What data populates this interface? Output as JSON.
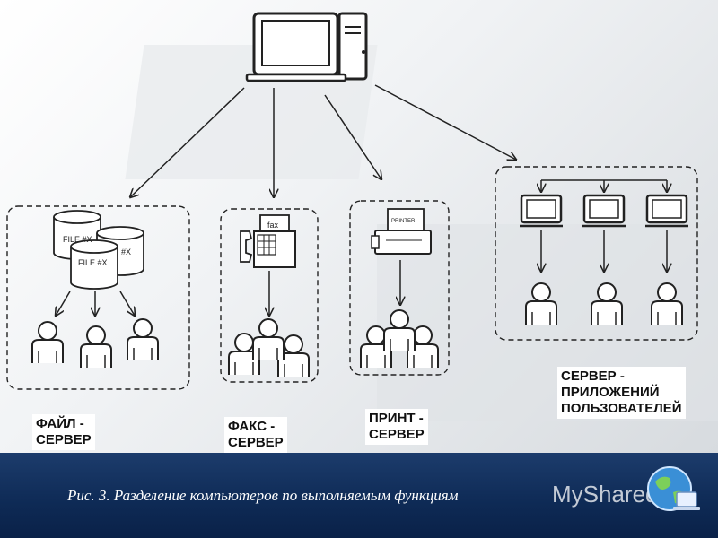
{
  "fax_icon_text": "fax",
  "printer_icon_text": "PRINTER",
  "file_labels": [
    "FILE #X",
    "#X",
    "FILE #X"
  ],
  "groups": {
    "file_server": "ФАЙЛ -\nСЕРВЕР",
    "fax_server": "ФАКС -\nСЕРВЕР",
    "print_server": "ПРИНТ -\nСЕРВЕР",
    "app_server": "СЕРВЕР -\nПРИЛОЖЕНИЙ\nПОЛЬЗОВАТЕЛЕЙ"
  },
  "caption": "Рис. 3. Разделение компьютеров по выполняемым функциям",
  "brand": "MyShared",
  "colors": {
    "footer": "#0e2a55",
    "stroke": "#222222"
  }
}
